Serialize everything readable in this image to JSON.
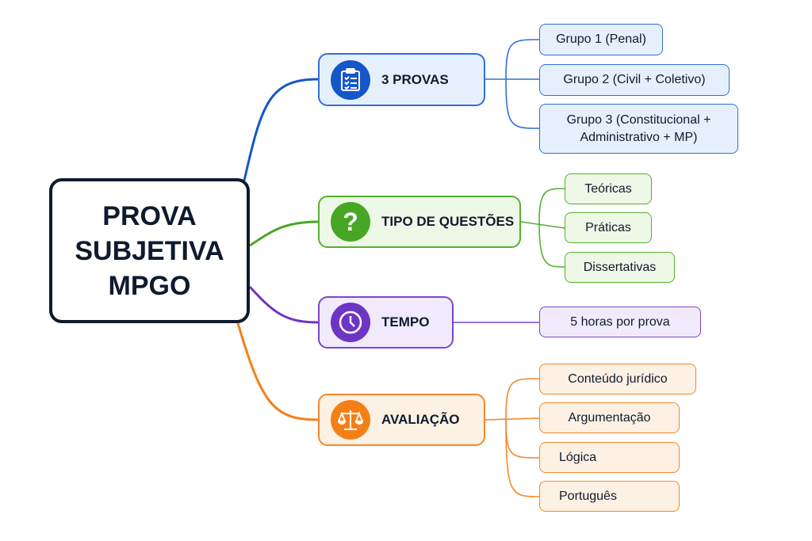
{
  "central": {
    "lines": [
      "PROVA",
      "SUBJETIVA",
      "MPGO"
    ]
  },
  "colors": {
    "blue": "#1557c9",
    "green": "#47a624",
    "purple": "#6d35c4",
    "orange": "#f57f17",
    "dark": "#0f1a2e"
  },
  "branches": [
    {
      "label": "3 PROVAS",
      "icon": "clipboard-checklist-icon",
      "leaves": [
        "Grupo 1 (Penal)",
        "Grupo 2 (Civil + Coletivo)",
        "Grupo 3 (Constitucional + Administrativo + MP)"
      ]
    },
    {
      "label": "TIPO DE QUESTÕES",
      "icon": "question-mark-icon",
      "leaves": [
        "Teóricas",
        "Práticas",
        "Dissertativas"
      ]
    },
    {
      "label": "TEMPO",
      "icon": "clock-icon",
      "leaves": [
        "5 horas por prova"
      ]
    },
    {
      "label": "AVALIAÇÃO",
      "icon": "scales-of-justice-icon",
      "leaves": [
        "Conteúdo jurídico",
        "Argumentação",
        "Lógica",
        "Português"
      ]
    }
  ]
}
